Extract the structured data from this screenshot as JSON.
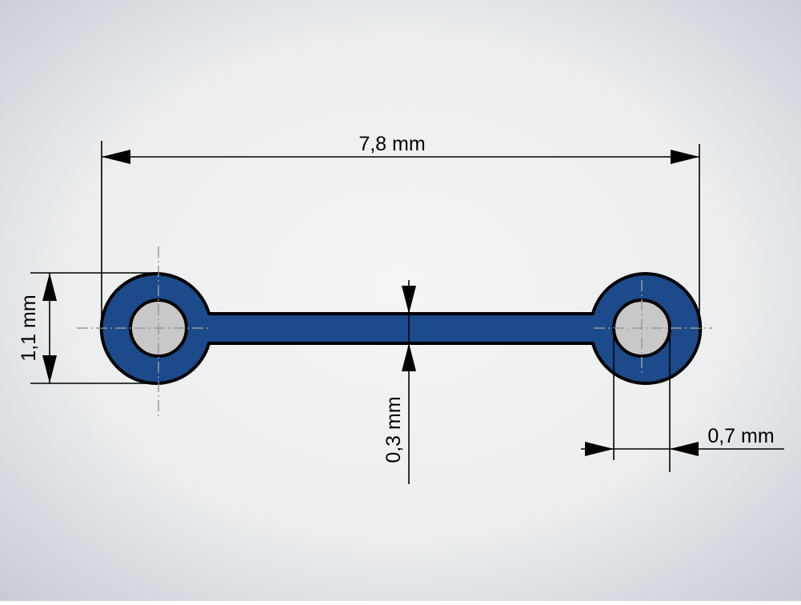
{
  "dimensions": {
    "overall_length": "7,8 mm",
    "pad_diameter": "1,1 mm",
    "bar_width": "0,3 mm",
    "hole_diameter": "0,7 mm"
  },
  "colors": {
    "pad_fill": "#1c4a8a",
    "hole_fill": "#c8c8c8",
    "outline": "#000000",
    "centerline": "#9a9a9a",
    "background_center": "#f2f3f4",
    "background_edge": "#c7cbd3"
  }
}
